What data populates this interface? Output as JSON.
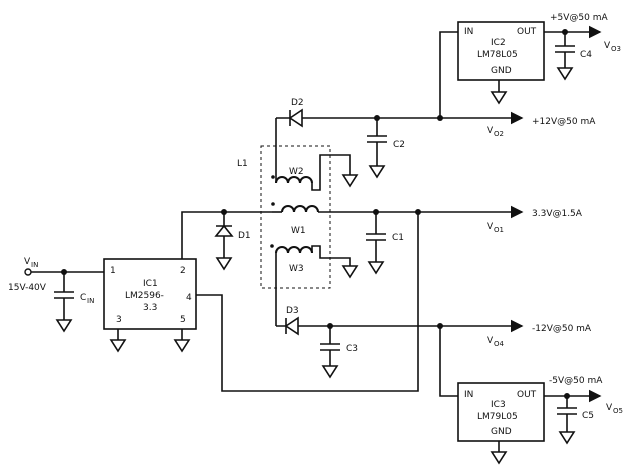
{
  "input": {
    "vin": "V",
    "vin_sub": "IN",
    "range": "15V-40V",
    "cin": "C",
    "cin_sub": "IN"
  },
  "ic1": {
    "name": "IC1",
    "part_line1": "LM2596-",
    "part_line2": "3.3",
    "pin1": "1",
    "pin2": "2",
    "pin3": "3",
    "pin4": "4",
    "pin5": "5"
  },
  "ic2": {
    "name": "IC2",
    "part": "LM78L05",
    "in": "IN",
    "out": "OUT",
    "gnd": "GND"
  },
  "ic3": {
    "name": "IC3",
    "part": "LM79L05",
    "in": "IN",
    "out": "OUT",
    "gnd": "GND"
  },
  "components": {
    "d1": "D1",
    "d2": "D2",
    "d3": "D3",
    "c1": "C1",
    "c2": "C2",
    "c3": "C3",
    "c4": "C4",
    "c5": "C5",
    "l1": "L1",
    "w1": "W1",
    "w2": "W2",
    "w3": "W3"
  },
  "outputs": {
    "v01": {
      "v": "V",
      "sub": "O1",
      "spec": "3.3V@1.5A"
    },
    "v02": {
      "v": "V",
      "sub": "O2",
      "spec": "+12V@50 mA"
    },
    "v03": {
      "v": "V",
      "sub": "O3",
      "spec": "+5V@50 mA"
    },
    "v04": {
      "v": "V",
      "sub": "O4",
      "spec": "-12V@50 mA"
    },
    "v05": {
      "v": "V",
      "sub": "O5",
      "spec": "-5V@50 mA"
    }
  }
}
